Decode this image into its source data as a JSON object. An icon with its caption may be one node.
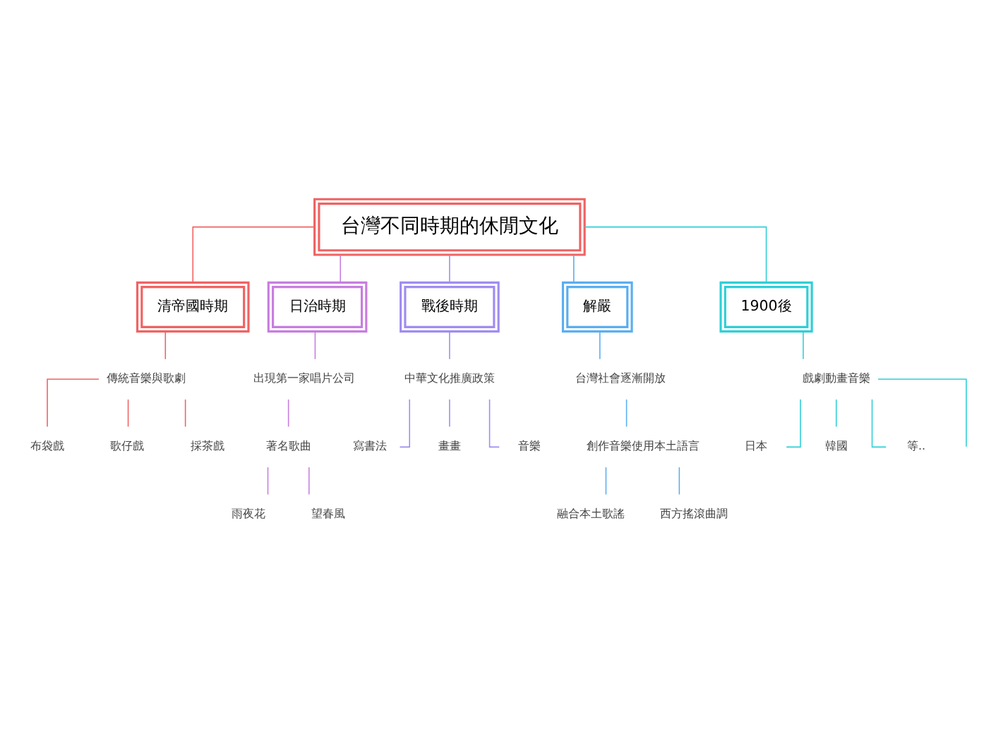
{
  "diagram": {
    "nodes": [
      {
        "text": [
          "台灣不同時期的休閒文化"
        ]
      },
      {
        "text": [
          "清帝國時期"
        ]
      },
      {
        "text": [
          "傳統音樂與歌劇"
        ]
      },
      {
        "text": [
          "布袋戲"
        ]
      },
      {
        "text": [
          "歌仔戲"
        ]
      },
      {
        "text": [
          "採茶戲"
        ]
      },
      {
        "text": [
          "日治時期"
        ]
      },
      {
        "text": [
          "出現第一家唱片公司"
        ]
      },
      {
        "text": [
          "著名歌曲"
        ]
      },
      {
        "text": [
          "雨夜花"
        ]
      },
      {
        "text": [
          "望春風"
        ]
      },
      {
        "text": [
          "戰後時期"
        ]
      },
      {
        "text": [
          "中華文化推廣政策"
        ]
      },
      {
        "text": [
          "寫書法"
        ]
      },
      {
        "text": [
          "畫畫"
        ]
      },
      {
        "text": [
          "音樂"
        ]
      },
      {
        "text": [
          "解嚴"
        ]
      },
      {
        "text": [
          "台灣社會逐漸開放"
        ]
      },
      {
        "text": [
          "創作音樂使用本土語言"
        ]
      },
      {
        "text": [
          "融合本土歌謠"
        ]
      },
      {
        "text": [
          "西方搖滾曲調"
        ]
      },
      {
        "text": [
          "1900後"
        ]
      },
      {
        "text": [
          "戲劇動畫音樂"
        ]
      },
      {
        "text": [
          "日本"
        ]
      },
      {
        "text": [
          "韓國"
        ]
      },
      {
        "text": [
          "等.."
        ]
      }
    ],
    "edges": [
      {
        "from": 0,
        "to": 1,
        "arrow": "none",
        "color": "#f06262"
      },
      {
        "from": 1,
        "to": 2,
        "arrow": "none",
        "color": "#f06262"
      },
      {
        "from": 2,
        "to": 3,
        "arrow": "none",
        "color": "#f06262"
      },
      {
        "from": 2,
        "to": 4,
        "arrow": "none",
        "color": "#f06262"
      },
      {
        "from": 2,
        "to": 5,
        "arrow": "none",
        "color": "#f06262"
      },
      {
        "from": 0,
        "to": 6,
        "arrow": "none",
        "color": "#c77ddf"
      },
      {
        "from": 6,
        "to": 7,
        "arrow": "none",
        "color": "#c77ddf"
      },
      {
        "from": 7,
        "to": 8,
        "arrow": "none",
        "color": "#c77ddf"
      },
      {
        "from": 8,
        "to": 9,
        "arrow": "none",
        "color": "#c77ddf"
      },
      {
        "from": 8,
        "to": 10,
        "arrow": "none",
        "color": "#c77ddf"
      },
      {
        "from": 0,
        "to": 11,
        "arrow": "none",
        "color": "#a08cf0"
      },
      {
        "from": 11,
        "to": 12,
        "arrow": "none",
        "color": "#a08cf0"
      },
      {
        "from": 12,
        "to": 13,
        "arrow": "none",
        "color": "#a08cf0"
      },
      {
        "from": 12,
        "to": 14,
        "arrow": "none",
        "color": "#a08cf0"
      },
      {
        "from": 12,
        "to": 15,
        "arrow": "none",
        "color": "#a08cf0"
      },
      {
        "from": 0,
        "to": 16,
        "arrow": "none",
        "color": "#5aaef0"
      },
      {
        "from": 16,
        "to": 17,
        "arrow": "none",
        "color": "#5aaef0"
      },
      {
        "from": 17,
        "to": 18,
        "arrow": "none",
        "color": "#5aaef0"
      },
      {
        "from": 18,
        "to": 19,
        "arrow": "none",
        "color": "#5aaef0"
      },
      {
        "from": 18,
        "to": 20,
        "arrow": "none",
        "color": "#5aaef0"
      },
      {
        "from": 0,
        "to": 21,
        "arrow": "none",
        "color": "#2ecfd6"
      },
      {
        "from": 21,
        "to": 22,
        "arrow": "none",
        "color": "#2ecfd6"
      },
      {
        "from": 22,
        "to": null,
        "arrow": "none",
        "color": "#2ecfd6"
      },
      {
        "from": 22,
        "to": 23,
        "arrow": "none",
        "color": "#2ecfd6"
      },
      {
        "from": 22,
        "to": 24,
        "arrow": "none",
        "color": "#2ecfd6"
      },
      {
        "from": 22,
        "to": 25,
        "arrow": "none",
        "color": "#2ecfd6"
      }
    ]
  }
}
